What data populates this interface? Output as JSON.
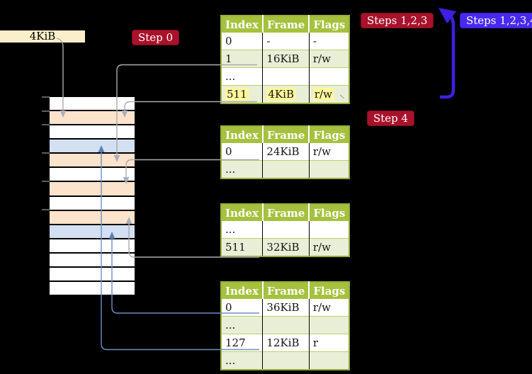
{
  "labels": {
    "size_label": "4KiB"
  },
  "badges": {
    "step0": {
      "text": "Step 0",
      "color": "#A8122B"
    },
    "steps123": {
      "text": "Steps 1,2,3",
      "color": "#A8122B"
    },
    "steps1234": {
      "text": "Steps 1,2,3,4",
      "color": "#4929EE"
    },
    "step4": {
      "text": "Step 4",
      "color": "#A8122B"
    }
  },
  "page_tables": [
    {
      "name": "page-table-1",
      "headers": [
        "Index",
        "Frame",
        "Flags"
      ],
      "rows": [
        {
          "cells": [
            "0",
            "-",
            "-"
          ],
          "shaded": false,
          "highlighted": false
        },
        {
          "cells": [
            "1",
            "16KiB",
            "r/w"
          ],
          "shaded": true,
          "highlighted": false
        },
        {
          "cells": [
            "...",
            "",
            ""
          ],
          "shaded": false,
          "highlighted": false
        },
        {
          "cells": [
            "511",
            "4KiB",
            "r/w"
          ],
          "shaded": true,
          "highlighted": true
        }
      ]
    },
    {
      "name": "page-table-2",
      "headers": [
        "Index",
        "Frame",
        "Flags"
      ],
      "rows": [
        {
          "cells": [
            "0",
            "24KiB",
            "r/w"
          ],
          "shaded": false,
          "highlighted": false
        },
        {
          "cells": [
            "...",
            "",
            ""
          ],
          "shaded": true,
          "highlighted": false
        }
      ]
    },
    {
      "name": "page-table-3",
      "headers": [
        "Index",
        "Frame",
        "Flags"
      ],
      "rows": [
        {
          "cells": [
            "...",
            "",
            ""
          ],
          "shaded": false,
          "highlighted": false
        },
        {
          "cells": [
            "511",
            "32KiB",
            "r/w"
          ],
          "shaded": true,
          "highlighted": false
        }
      ]
    },
    {
      "name": "page-table-4",
      "headers": [
        "Index",
        "Frame",
        "Flags"
      ],
      "rows": [
        {
          "cells": [
            "0",
            "36KiB",
            "r/w"
          ],
          "shaded": false,
          "highlighted": false
        },
        {
          "cells": [
            "...",
            "",
            ""
          ],
          "shaded": true,
          "highlighted": false
        },
        {
          "cells": [
            "127",
            "12KiB",
            "r"
          ],
          "shaded": false,
          "highlighted": false
        },
        {
          "cells": [
            "...",
            "",
            ""
          ],
          "shaded": true,
          "highlighted": false
        }
      ]
    }
  ],
  "memory": {
    "rows": [
      {
        "fill": "white"
      },
      {
        "fill": "orange"
      },
      {
        "fill": "white"
      },
      {
        "fill": "blue"
      },
      {
        "fill": "orange"
      },
      {
        "fill": "white"
      },
      {
        "fill": "orange"
      },
      {
        "fill": "white"
      },
      {
        "fill": "orange"
      },
      {
        "fill": "blue"
      },
      {
        "fill": "white"
      },
      {
        "fill": "white"
      },
      {
        "fill": "white"
      },
      {
        "fill": "white"
      }
    ]
  },
  "connectors": [
    {
      "from": "size-label-4KiB",
      "to": "memory-row-2",
      "color": "gray"
    },
    {
      "from": "page-table-1-row-1",
      "to": "memory-row-5",
      "color": "gray"
    },
    {
      "from": "page-table-1-row-511",
      "to": "memory-row-2",
      "color": "gray"
    },
    {
      "from": "page-table-2-row-0",
      "to": "memory-row-7",
      "color": "gray"
    },
    {
      "from": "page-table-3-row-511",
      "to": "memory-row-9",
      "color": "gray"
    },
    {
      "from": "page-table-4-row-0",
      "to": "memory-row-10",
      "color": "blue"
    },
    {
      "from": "page-table-4-row-127",
      "to": "memory-row-4",
      "color": "blue"
    },
    {
      "from": "step-4-region",
      "to": "steps-1-2-3-region",
      "color": "violet"
    }
  ],
  "colors": {
    "background": "#000000",
    "table_header_green": "#A5C13D",
    "table_row_green": "#E9EFD6",
    "table_border_green": "#97AF3B",
    "highlight_yellow": "#FFF89C",
    "badge_red": "#A8122B",
    "badge_blue": "#4929EE",
    "label_cream": "#FBEFCB",
    "mem_orange": "#FCE3CB",
    "mem_blue": "#D2E0F2",
    "connector_gray": "#ABABAB",
    "connector_blue": "#6E8FC4",
    "big_arrow_violet": "#3D20E2"
  }
}
